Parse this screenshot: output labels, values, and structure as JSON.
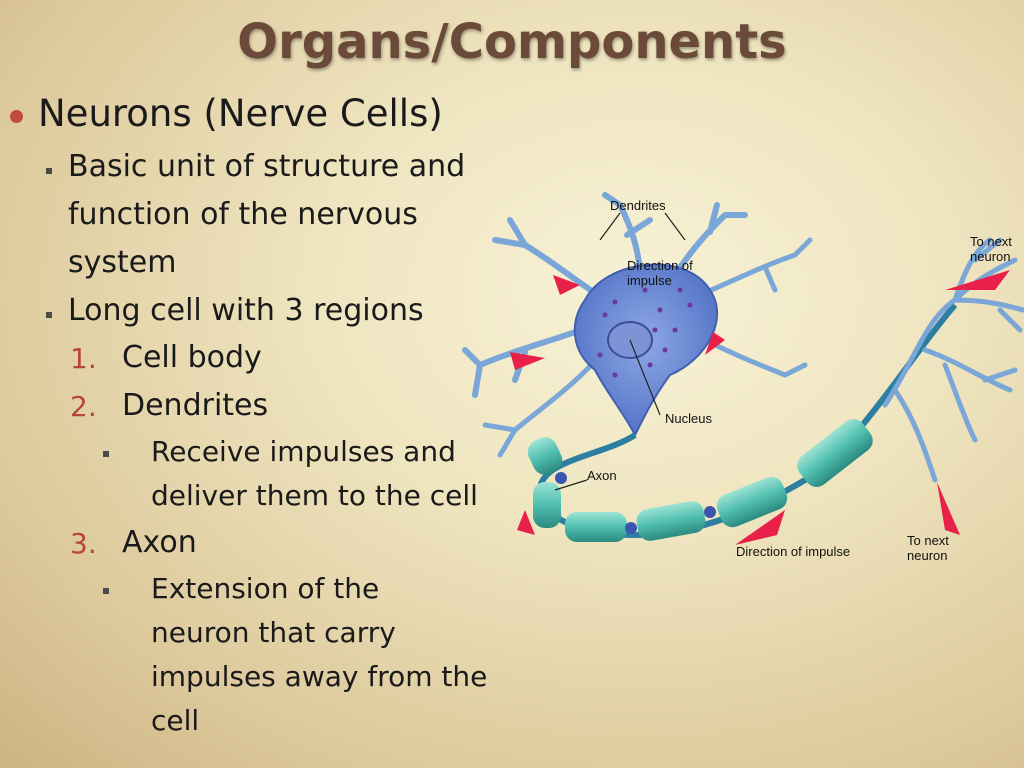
{
  "title": "Organs/Components",
  "main_bullet": "Neurons (Nerve Cells)",
  "sub_bullets": [
    [
      "Basic unit of structure and",
      "function of the nervous",
      "system"
    ],
    [
      "Long cell with 3 regions"
    ]
  ],
  "regions": [
    {
      "number": "1.",
      "label": "Cell body"
    },
    {
      "number": "2.",
      "label": "Dendrites",
      "detail": [
        "Receive impulses and",
        "deliver them to the cell"
      ]
    },
    {
      "number": "3.",
      "label": "Axon",
      "detail": [
        "Extension of the",
        "neuron that carry",
        "impulses away from the",
        "cell"
      ]
    }
  ],
  "diagram": {
    "labels": {
      "dendrites": "Dendrites",
      "direction_1": "Direction of",
      "direction_2": "impulse",
      "nucleus": "Nucleus",
      "axon": "Axon",
      "direction_impulse": "Direction of impulse",
      "to_next_top_1": "To next",
      "to_next_top_2": "neuron",
      "to_next_bottom_1": "To next",
      "to_next_bottom_2": "neuron"
    },
    "colors": {
      "cell_body": "#6f8fd6",
      "dendrite": "#7aa6d8",
      "myelin": "#4fbfb0",
      "arrow": "#e8204a"
    }
  }
}
